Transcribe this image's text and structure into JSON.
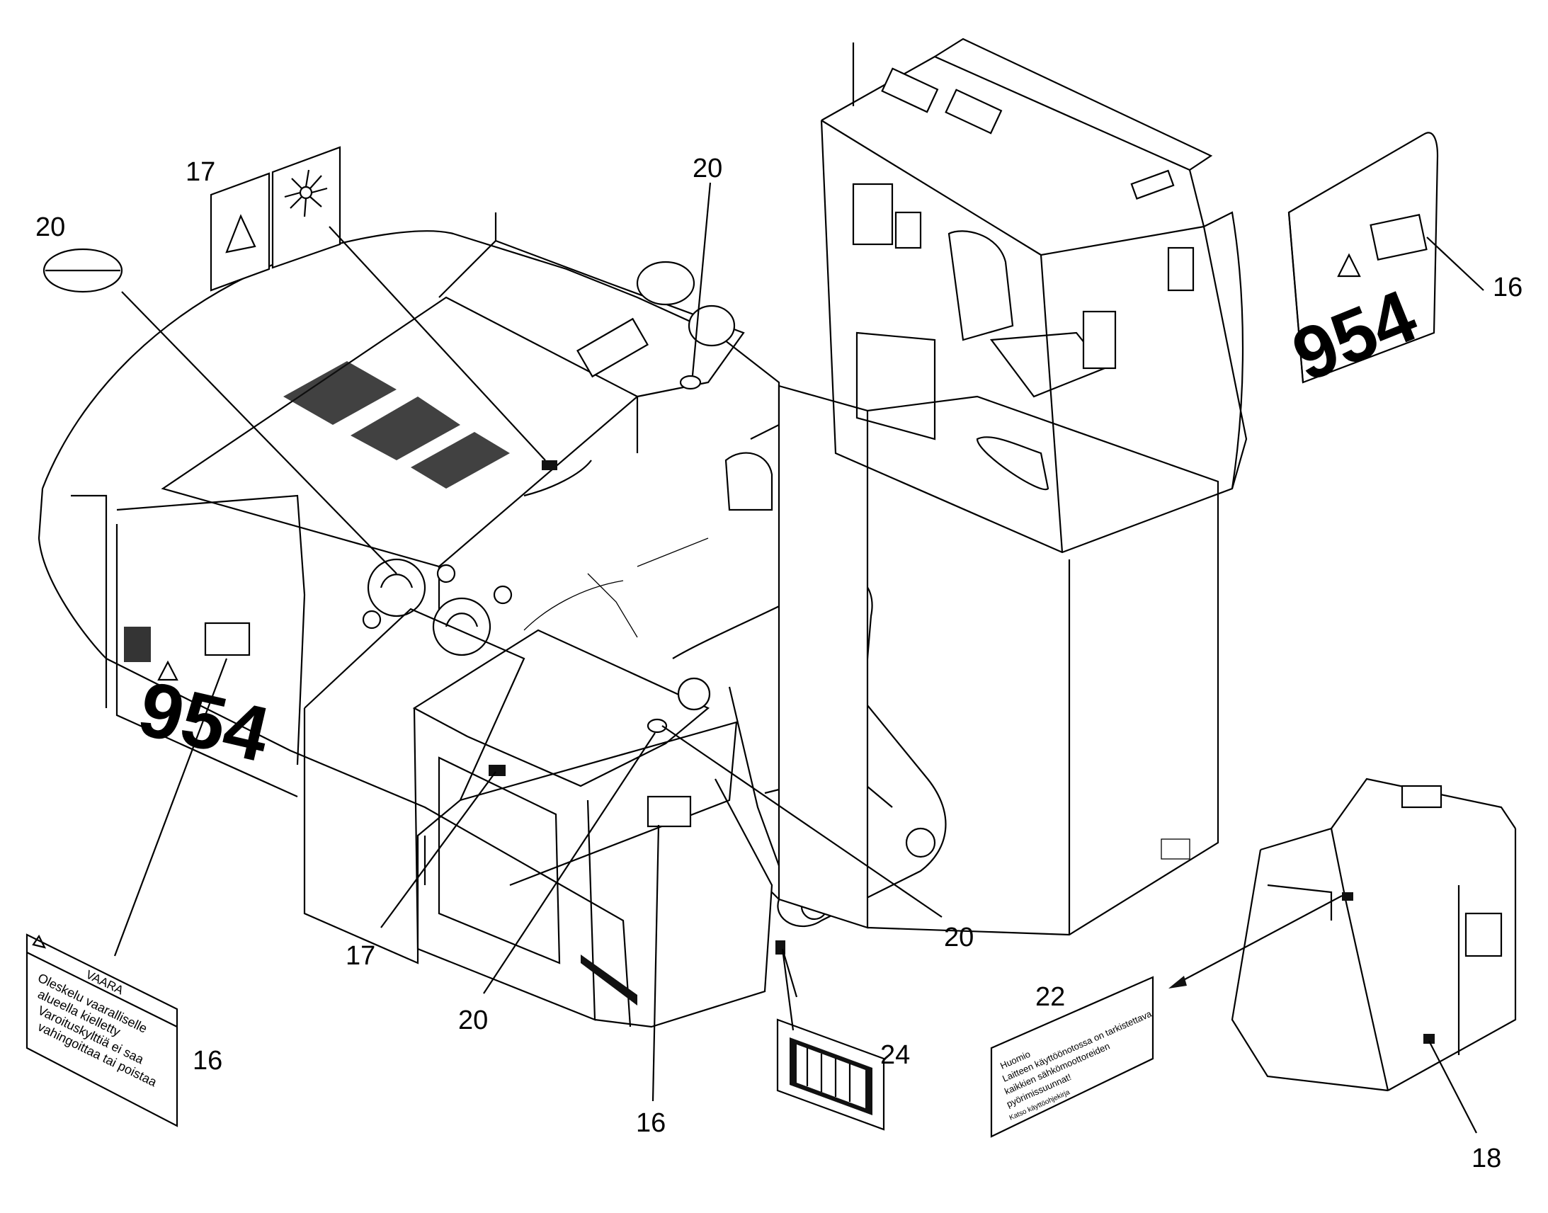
{
  "callouts": {
    "c17_top": "17",
    "c20_left": "20",
    "c20_top": "20",
    "c16_right": "16",
    "c16_left": "16",
    "c17_bottom": "17",
    "c20_bottom_left": "20",
    "c20_bottom_right": "20",
    "c16_bottom": "16",
    "c24": "24",
    "c22": "22",
    "c18": "18"
  },
  "model_number": "954",
  "decal_16": {
    "heading": "VAARA",
    "lines": [
      "Oleskelu vaaralliselle",
      "alueella kielletty",
      "Varoituskylttiä ei saa",
      "vahingoittaa tai poistaa"
    ]
  },
  "decal_22": {
    "lines": [
      "Huomio",
      "Laitteen käyttöönotossa on tarkistettava",
      "kaikkien sähkömoottoreiden",
      "pyörimissuunnat!",
      "Katso käyttöohjekirja"
    ]
  },
  "icons": [
    "warning-triangle-icon",
    "fan-icon",
    "oval-plug-icon",
    "vent-grille-icon"
  ]
}
